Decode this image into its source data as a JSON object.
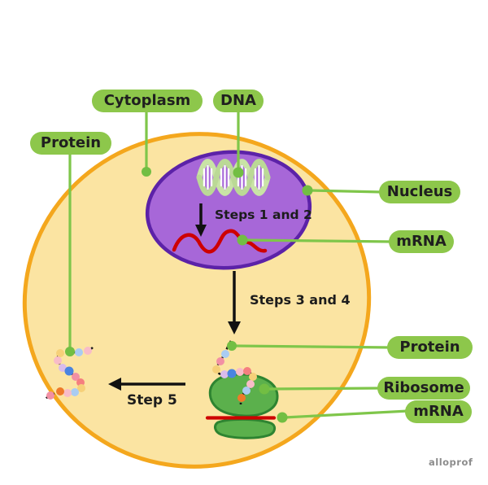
{
  "diagram": {
    "labels": {
      "cytoplasm": "Cytoplasm",
      "dna": "DNA",
      "protein_left": "Protein",
      "nucleus": "Nucleus",
      "mrna_nucleus": "mRNA",
      "protein_cytoplasm": "Protein",
      "ribosome": "Ribosome",
      "mrna_ribosome": "mRNA"
    },
    "steps": {
      "steps_1_2": "Steps 1 and 2",
      "steps_3_4": "Steps 3 and 4",
      "step_5": "Step 5"
    },
    "watermark": "alloprof",
    "colors": {
      "label_green": "#8DC74B",
      "leader_green": "#7FC64A",
      "cell_fill": "#FBE4A2",
      "cell_border": "#F4A71D",
      "nucleus_fill": "#A767D8",
      "nucleus_border": "#5C22A8",
      "dna_strand_green": "#C9E3A6",
      "mrna_red": "#CE0000",
      "ribosome_fill": "#5BB04C",
      "ribosome_border": "#2E8431",
      "label_text": "#1F1F1F",
      "arrow_black": "#111111",
      "bead_colors": [
        "#A9CCF2",
        "#4A84E0",
        "#F290A4",
        "#F8BCC8",
        "#F57F7F",
        "#F6D079",
        "#EE7A2A",
        "#D9BCEC"
      ]
    }
  }
}
